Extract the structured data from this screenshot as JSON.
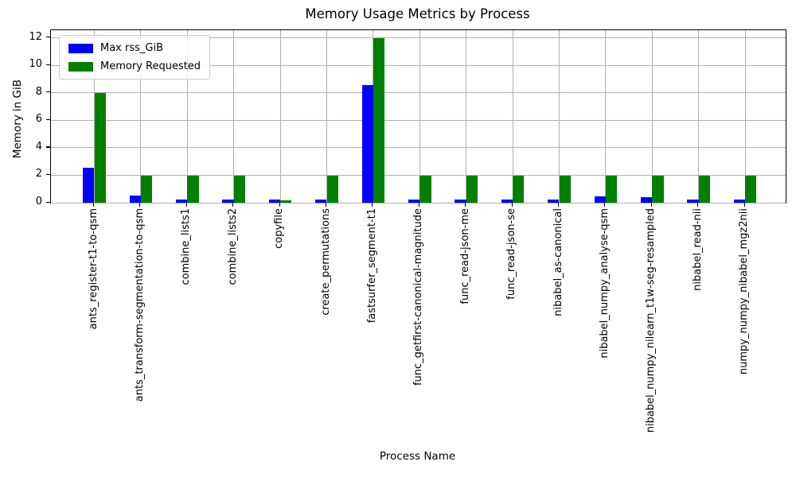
{
  "chart_data": {
    "type": "bar",
    "title": "Memory Usage Metrics by Process",
    "xlabel": "Process Name",
    "ylabel": "Memory in GiB",
    "categories": [
      "ants_register-t1-to-qsm",
      "ants_transform-segmentation-to-qsm",
      "combine_lists1",
      "combine_lists2",
      "copyfile",
      "create_permutations",
      "fastsurfer_segment-t1",
      "func_getfirst-canonical-magnitude",
      "func_read-json-me",
      "func_read-json-se",
      "nibabel_as-canonical",
      "nibabel_numpy_analyse-qsm",
      "nibabel_numpy_nilearn_t1w-seg-resampled",
      "nibabel_read-nii",
      "numpy_numpy_nibabel_mgz2nii"
    ],
    "series": [
      {
        "name": "Max rss_GiB",
        "color": "#0000ff",
        "values": [
          2.55,
          0.5,
          0.25,
          0.25,
          0.25,
          0.25,
          8.55,
          0.25,
          0.25,
          0.25,
          0.25,
          0.45,
          0.4,
          0.25,
          0.25
        ]
      },
      {
        "name": "Memory Requested",
        "color": "#008000",
        "values": [
          8.0,
          1.95,
          1.95,
          1.95,
          0.2,
          1.95,
          12.0,
          1.95,
          1.95,
          1.95,
          1.95,
          1.95,
          1.95,
          1.95,
          1.95
        ]
      }
    ],
    "yticks": [
      0,
      2,
      4,
      6,
      8,
      10,
      12
    ],
    "ylim": [
      0,
      12.55
    ],
    "grid": true,
    "grid_color": "#b0b0b0",
    "legend_position": "upper left"
  }
}
